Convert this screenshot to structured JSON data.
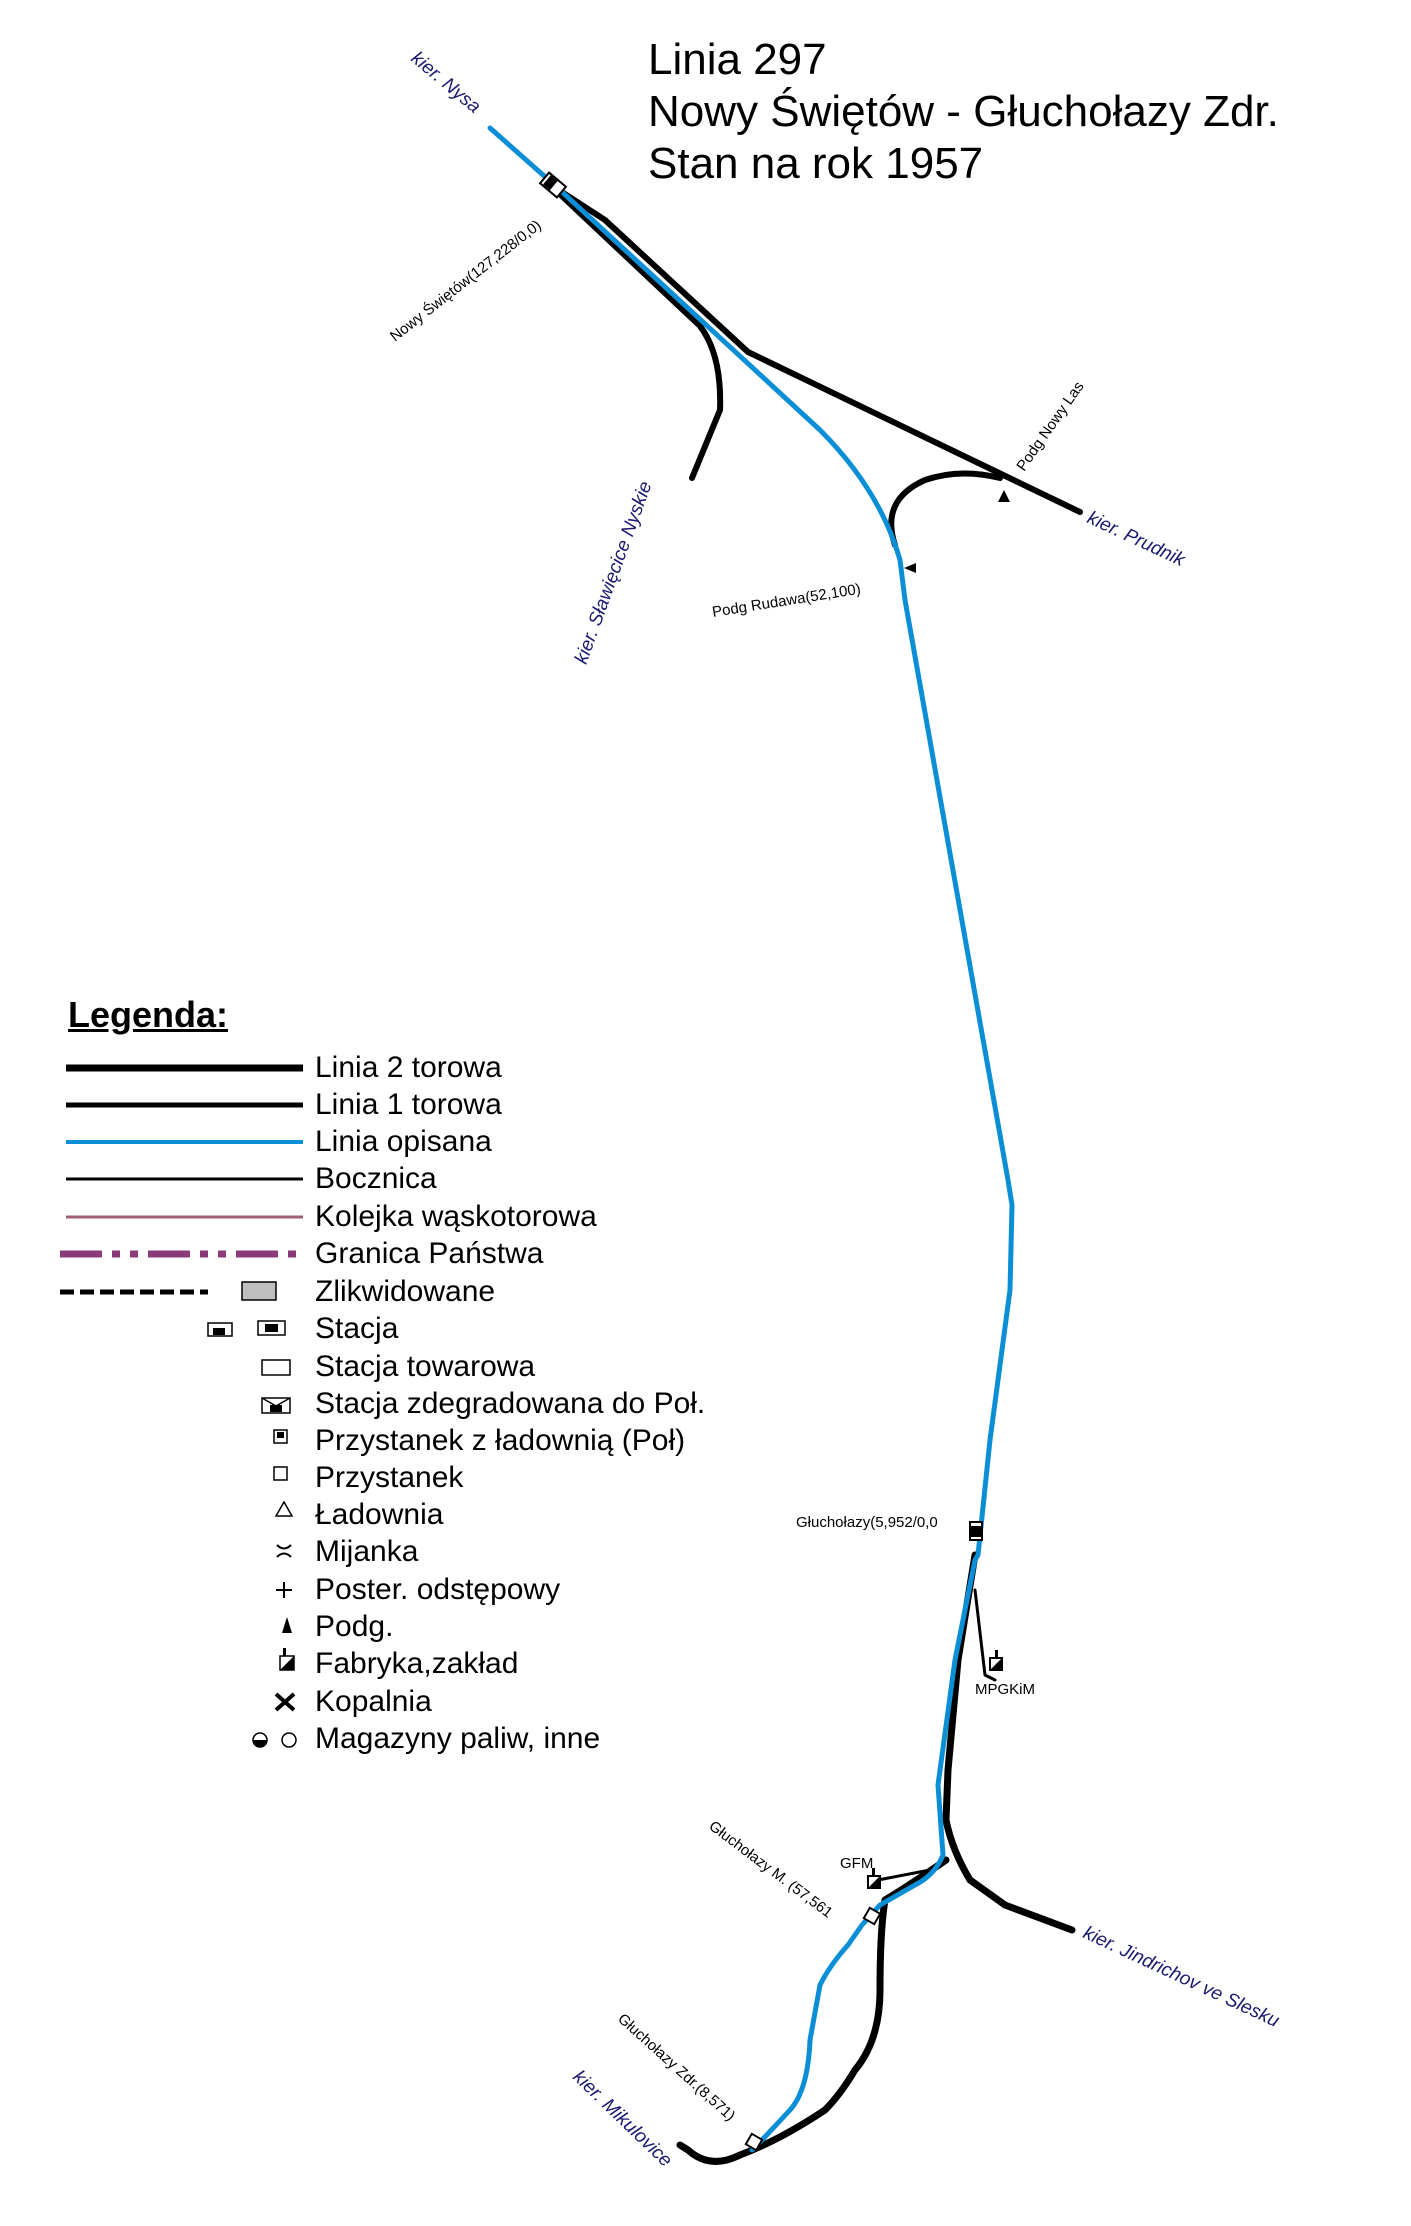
{
  "title": {
    "line1": "Linia 297",
    "line2": "Nowy Świętów - Głuchołazy Zdr.",
    "line3": "Stan na rok 1957"
  },
  "directions": {
    "nysa": "kier. Nysa",
    "slawiecice": "kier. Sławięcice Nyskie",
    "prudnik": "kier. Prudnik",
    "jindrichov": "kier. Jindrichov ve Slesku",
    "mikulovice": "kier. Mikulovice"
  },
  "stations": {
    "nowy_swietow": "Nowy Świętów(127,228/0,0)",
    "podg_nowy_las": "Podg Nowy Las",
    "podg_rudawa": "Podg Rudawa(52,100)",
    "glucholazy": "Głuchołazy(5,952/0,0",
    "mpgkim": "MPGKiM",
    "gfm": "GFM",
    "glucholazy_m": "Głuchołazy M. (57,561",
    "glucholazy_zdr": "Głuchołazy Zdr.(8,571)"
  },
  "legend": {
    "heading": "Legenda:",
    "items": [
      "Linia 2 torowa",
      "Linia 1 torowa",
      "Linia opisana",
      "Bocznica",
      "Kolejka wąskotorowa",
      "Granica Państwa",
      "Zlikwidowane",
      "Stacja",
      "Stacja towarowa",
      "Stacja zdegradowana do Poł.",
      "Przystanek z ładownią (Poł)",
      "Przystanek",
      "Ładownia",
      "Mijanka",
      "Poster. odstępowy",
      "Podg.",
      "Fabryka,zakład",
      "Kopalnia",
      "Magazyny paliw, inne"
    ]
  },
  "colors": {
    "described_line": "#0a8fd6",
    "track": "#000000",
    "narrow_gauge": "#a0607a",
    "border": "#8a3a78",
    "direction_text": "#1a1a6e"
  }
}
